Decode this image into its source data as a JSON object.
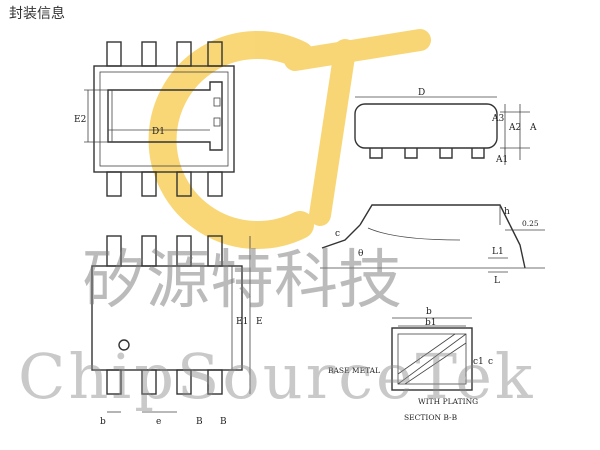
{
  "page": {
    "title": "封装信息"
  },
  "watermark": {
    "chinese": "矽源特科技",
    "english": "ChipSourceTek",
    "logo_color": "#f7c948"
  },
  "labels": {
    "E2": "E2",
    "D1": "D1",
    "D": "D",
    "A3": "A3",
    "A2": "A2",
    "A": "A",
    "A1": "A1",
    "h": "h",
    "gauge": "0.25",
    "theta": "θ",
    "c": "c",
    "L": "L",
    "L1": "L1",
    "E1": "E1",
    "E": "E",
    "b": "b",
    "e": "e",
    "B": "B",
    "b1": "b1",
    "c1": "c1",
    "base_metal": "BASE METAL",
    "with_plating": "WITH PLATING",
    "section": "SECTION B-B"
  }
}
